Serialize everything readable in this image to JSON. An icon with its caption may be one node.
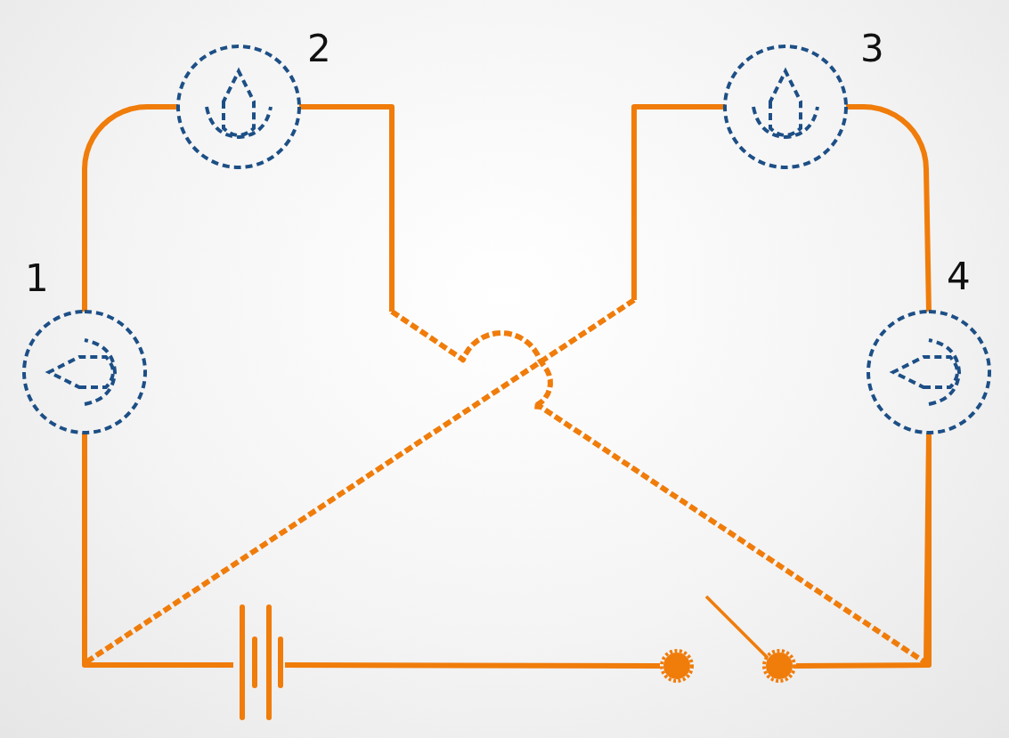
{
  "diagram": {
    "nodes": [
      {
        "text": [],
        "shape": "lamp",
        "beside": [
          "1"
        ]
      },
      {
        "text": [],
        "shape": "lamp",
        "beside": [
          "2"
        ]
      },
      {
        "text": [],
        "shape": "lamp",
        "beside": [
          "3"
        ]
      },
      {
        "text": [],
        "shape": "lamp",
        "beside": [
          "4"
        ]
      },
      {
        "text": [],
        "shape": "battery"
      },
      {
        "text": [],
        "shape": "circle"
      },
      {
        "text": [],
        "shape": "circle"
      }
    ],
    "edges": [
      {
        "from": 0,
        "to": 1,
        "arrow": "none"
      },
      {
        "from": 1,
        "to": 3,
        "arrow": "none",
        "style": "dashed"
      },
      {
        "from": 2,
        "to": 3,
        "arrow": "none"
      },
      {
        "from": 2,
        "to": 0,
        "arrow": "none",
        "style": "dashed"
      },
      {
        "from": 0,
        "to": 4,
        "arrow": "none"
      },
      {
        "from": 4,
        "to": 5,
        "arrow": "none"
      },
      {
        "from": 6,
        "to": 3,
        "arrow": "none"
      }
    ]
  }
}
